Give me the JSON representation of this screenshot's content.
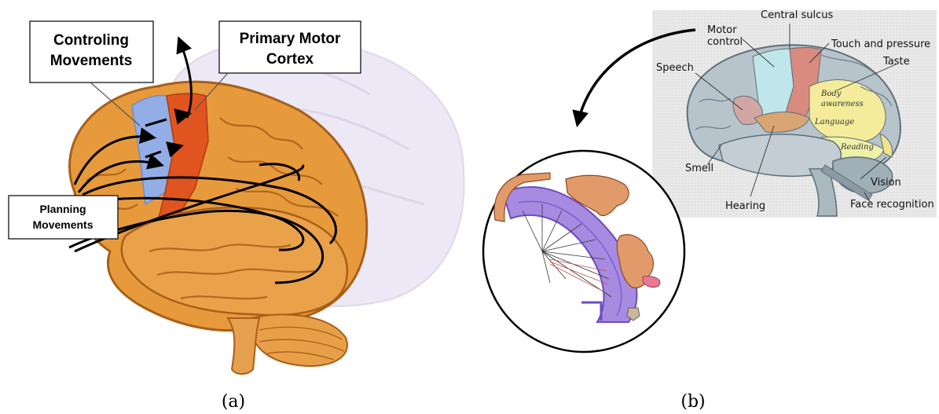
{
  "panel_a": {
    "caption": "(a)",
    "labels": {
      "controlling_line1": "Controling",
      "controlling_line2": "Movements",
      "primary_line1": "Primary Motor",
      "primary_line2": "Cortex",
      "planning_line1": "Planning",
      "planning_line2": "Movements"
    }
  },
  "panel_b": {
    "caption": "(b)",
    "labels": {
      "central_sulcus": "Central sulcus",
      "motor_control_line1": "Motor",
      "motor_control_line2": "control",
      "touch_pressure": "Touch and pressure",
      "taste": "Taste",
      "speech": "Speech",
      "body_awareness_line1": "Body",
      "body_awareness_line2": "awareness",
      "language": "Language",
      "reading": "Reading",
      "smell": "Smell",
      "vision": "Vision",
      "hearing": "Hearing",
      "face_recognition": "Face recognition"
    }
  },
  "colors": {
    "brain_orange": "#e79a3c",
    "motor_cortex": "#e0541f",
    "premotor_blue": "#8fb0f0",
    "homunculus_purple": "#9d7fd8"
  }
}
